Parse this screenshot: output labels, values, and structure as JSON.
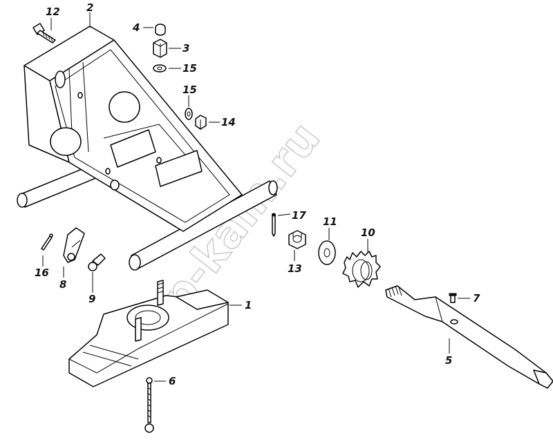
{
  "watermark": "zap-kam.ru",
  "callouts": [
    {
      "id": "1",
      "label": "1"
    },
    {
      "id": "2",
      "label": "2"
    },
    {
      "id": "3",
      "label": "3"
    },
    {
      "id": "4",
      "label": "4"
    },
    {
      "id": "5",
      "label": "5"
    },
    {
      "id": "6",
      "label": "6"
    },
    {
      "id": "7",
      "label": "7"
    },
    {
      "id": "8",
      "label": "8"
    },
    {
      "id": "9",
      "label": "9"
    },
    {
      "id": "10",
      "label": "10"
    },
    {
      "id": "11",
      "label": "11"
    },
    {
      "id": "12",
      "label": "12"
    },
    {
      "id": "13",
      "label": "13"
    },
    {
      "id": "14",
      "label": "14"
    },
    {
      "id": "15a",
      "label": "15"
    },
    {
      "id": "15b",
      "label": "15"
    },
    {
      "id": "16",
      "label": "16"
    },
    {
      "id": "17",
      "label": "17"
    }
  ]
}
